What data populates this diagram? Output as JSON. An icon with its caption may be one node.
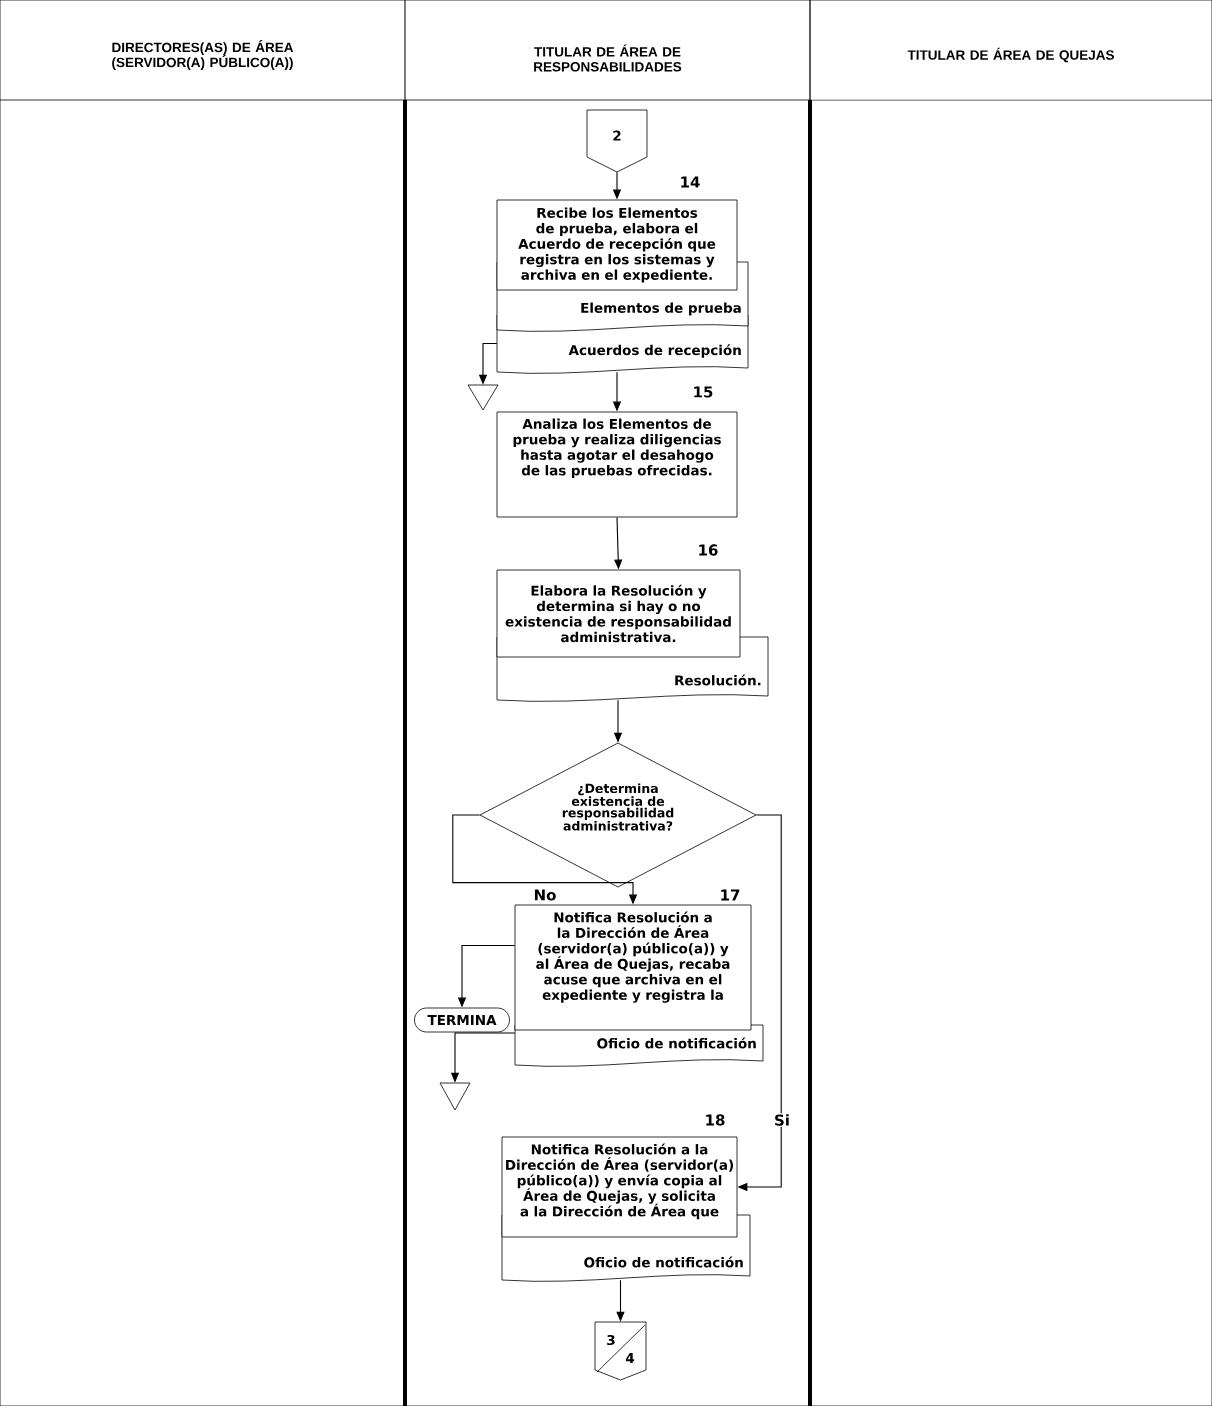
{
  "diagram": {
    "nodes": [
      {
        "text": [
          "DIRECTORES(AS)  DE ÁREA (SERVIDOR(A) PÚBLICO(A))"
        ]
      },
      {
        "text": [
          "TITULAR DE ÁREA DE RESPONSABILIDADES"
        ]
      },
      {
        "text": [
          "TITULAR DE ÁREA DE QUEJAS"
        ]
      },
      {
        "text": [
          "2"
        ],
        "in": 1
      },
      {
        "text": [
          "Recibe los Elementos de prueba, elabora el Acuerdo de recepción que registra en los sistemas y archiva en el expediente."
        ],
        "beside": [
          "14"
        ],
        "in": 1
      },
      {
        "text": [
          "Elementos de prueba"
        ],
        "in": 1
      },
      {
        "text": [
          "Acuerdos de recepción"
        ],
        "in": 1
      },
      {
        "text": [],
        "shape": "triangle",
        "in": 1
      },
      {
        "text": [
          "Analiza los Elementos de prueba y realiza diligencias hasta agotar el desahogo de las pruebas ofrecidas."
        ],
        "beside": [
          "15"
        ],
        "in": 1
      },
      {
        "text": [
          "Elabora la Resolución y determina si hay o no existencia de responsabilidad administrativa."
        ],
        "beside": [
          "16"
        ],
        "in": 1
      },
      {
        "text": [
          "Resolución."
        ],
        "in": 1
      },
      {
        "text": [
          "¿Determina existencia de responsabilidad administrativa?"
        ],
        "in": 1
      },
      {
        "text": [
          "Notifica Resolución a la Dirección de Área (servidor(a) público(a)) y al Área de Quejas, recaba acuse que archiva en el expediente y registra la"
        ],
        "beside": [
          "17"
        ],
        "in": 1
      },
      {
        "text": [
          "Oficio de notificación"
        ],
        "in": 1
      },
      {
        "text": [
          "TERMINA"
        ],
        "in": 1
      },
      {
        "text": [],
        "shape": "triangle",
        "in": 1
      },
      {
        "text": [
          "Notifica Resolución a la Dirección de Área (servidor(a) público(a)) y envía copia al Área de Quejas, y solicita a la Dirección de Área que"
        ],
        "beside": [
          "18"
        ],
        "in": 1
      },
      {
        "text": [
          "Oficio de notificación"
        ],
        "in": 1
      },
      {
        "text": [
          "3",
          "4"
        ],
        "in": 1
      }
    ],
    "edges": [
      {
        "from": 3,
        "to": 4,
        "arrow": "to"
      },
      {
        "from": 6,
        "to": 7,
        "arrow": "to"
      },
      {
        "from": 6,
        "to": 8,
        "arrow": "to"
      },
      {
        "from": 8,
        "to": 9,
        "arrow": "to"
      },
      {
        "from": 10,
        "to": 11,
        "arrow": "to"
      },
      {
        "from": 11,
        "to": 12,
        "arrow": "to",
        "label": "No"
      },
      {
        "from": 11,
        "to": 16,
        "arrow": "to",
        "label": "Si"
      },
      {
        "from": 12,
        "to": 14,
        "arrow": "to"
      },
      {
        "from": 13,
        "to": 15,
        "arrow": "to"
      },
      {
        "from": 17,
        "to": 18,
        "arrow": "to"
      }
    ]
  }
}
